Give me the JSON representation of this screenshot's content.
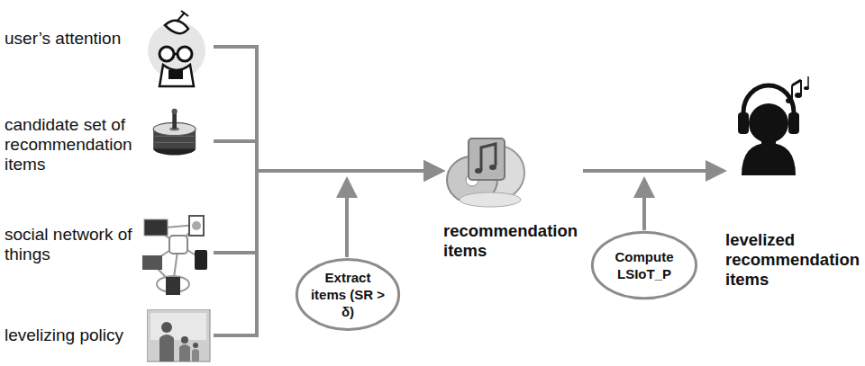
{
  "diagram": {
    "nodes": [
      {
        "text": [
          "user’s attention"
        ]
      },
      {
        "text": [
          "candidate set of recommendation items"
        ]
      },
      {
        "text": [
          "social network of things"
        ]
      },
      {
        "text": [
          "levelizing policy"
        ]
      },
      {
        "text": [
          "Extract items (SR > δ)"
        ]
      },
      {
        "text": [
          "recommendation items"
        ]
      },
      {
        "text": [
          "Compute LSIoT_P"
        ]
      },
      {
        "text": [
          "levelized recommendation items"
        ]
      }
    ],
    "edges": [
      {
        "from": 0,
        "to": 5,
        "arrow": "to"
      },
      {
        "from": 1,
        "to": 5,
        "arrow": "to"
      },
      {
        "from": 2,
        "to": 5,
        "arrow": "to"
      },
      {
        "from": 3,
        "to": 5,
        "arrow": "to"
      },
      {
        "from": 5,
        "to": 7,
        "arrow": "to"
      }
    ]
  }
}
